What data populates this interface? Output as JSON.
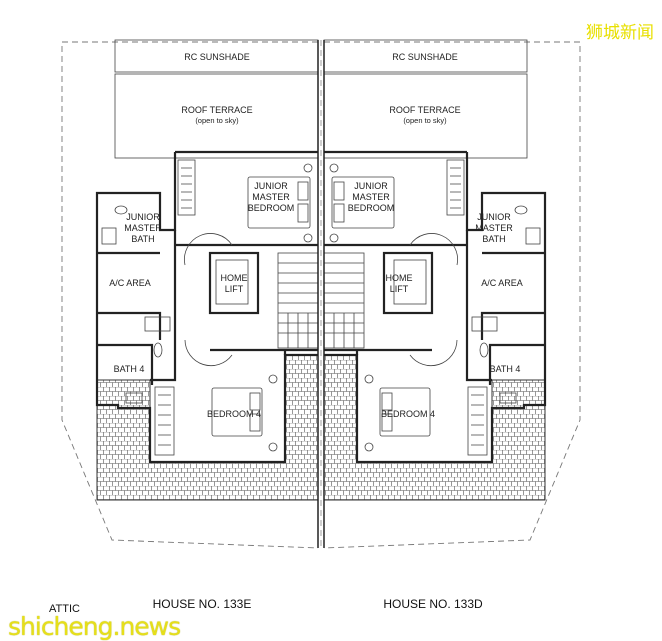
{
  "watermark": {
    "top_right": "狮城新闻",
    "bottom_left": "shicheng.news"
  },
  "floor_label": "ATTIC",
  "houses": [
    {
      "name": "HOUSE NO. 133E",
      "rooms": {
        "sunshade": "RC SUNSHADE",
        "terrace": "ROOF TERRACE",
        "terrace_note": "(open to sky)",
        "jmb": [
          "JUNIOR",
          "MASTER",
          "BEDROOM"
        ],
        "jmbath": [
          "JUNIOR",
          "MASTER",
          "BATH"
        ],
        "ac": "A/C AREA",
        "lift": [
          "HOME",
          "LIFT"
        ],
        "bath4": "BATH 4",
        "bed4": "BEDROOM 4"
      }
    },
    {
      "name": "HOUSE NO. 133D",
      "rooms": {
        "sunshade": "RC SUNSHADE",
        "terrace": "ROOF TERRACE",
        "terrace_note": "(open to sky)",
        "jmb": [
          "JUNIOR",
          "MASTER",
          "BEDROOM"
        ],
        "jmbath": [
          "JUNIOR",
          "MASTER",
          "BATH"
        ],
        "ac": "A/C AREA",
        "lift": [
          "HOME",
          "LIFT"
        ],
        "bath4": "BATH 4",
        "bed4": "BEDROOM 4"
      }
    }
  ]
}
